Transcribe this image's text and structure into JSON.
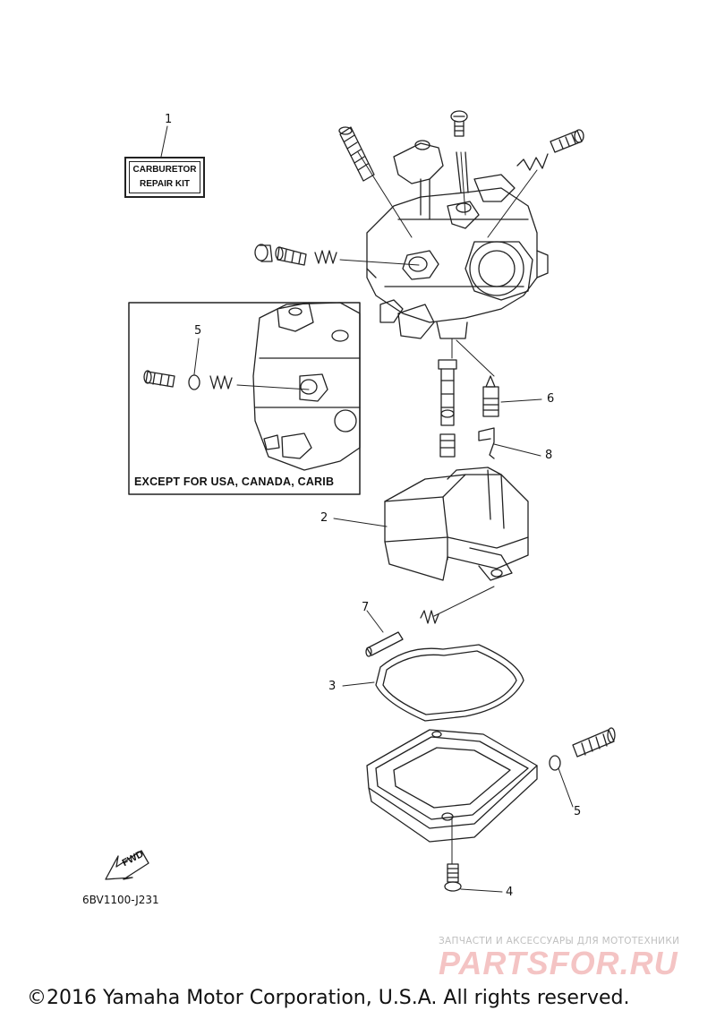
{
  "diagram": {
    "code": "6BV1100-J231",
    "kit_label": {
      "line1": "CARBURETOR",
      "line2": "REPAIR KIT"
    },
    "inset_caption": "EXCEPT FOR USA, CANADA, CARIB",
    "direction_marker": "FWD",
    "callouts": {
      "c1": "1",
      "c2": "2",
      "c3": "3",
      "c4": "4",
      "c5_inset": "5",
      "c5_bowl": "5",
      "c6": "6",
      "c7": "7",
      "c8": "8"
    }
  },
  "watermark": {
    "subtitle": "ЗАПЧАСТИ И АКСЕССУАРЫ ДЛЯ МОТОТЕХНИКИ",
    "brand": "PARTSFOR.RU"
  },
  "footer": {
    "copyright": "©2016 Yamaha Motor Corporation, U.S.A. All rights reserved."
  },
  "colors": {
    "line": "#222222",
    "watermark_brand": "#f4c4c4",
    "watermark_sub": "#bfbfbf"
  }
}
